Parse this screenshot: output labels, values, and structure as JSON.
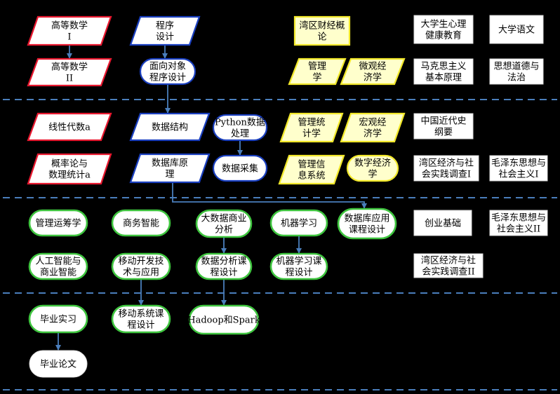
{
  "colors": {
    "background": "#000000",
    "divider": "#4a7ebb",
    "arrow": "#4a7ebb",
    "math_fill": "#ffffff",
    "math_border": "#e8182f",
    "cs_fill": "#ffffff",
    "cs_border": "#1a3fbf",
    "econ_fill": "#ffffcc",
    "econ_border": "#f2e82a",
    "general_fill": "#ffffff",
    "general_border": "#d9d9d9",
    "app_fill": "#ffffff",
    "app_border": "#3ec43e",
    "grad_fill": "#ffffff",
    "grad_border": "#dddddd"
  },
  "nodes": [
    {
      "id": "math1",
      "lines": [
        "高等数学",
        "I"
      ],
      "shape": "para",
      "cls": "math"
    },
    {
      "id": "math2",
      "lines": [
        "高等数学",
        "II"
      ],
      "shape": "para",
      "cls": "math"
    },
    {
      "id": "linalg",
      "lines": [
        "线性代数a"
      ],
      "shape": "para",
      "cls": "math"
    },
    {
      "id": "prob",
      "lines": [
        "概率论与",
        "数理统计a"
      ],
      "shape": "para",
      "cls": "math"
    },
    {
      "id": "prog",
      "lines": [
        "程序",
        "设计"
      ],
      "shape": "para",
      "cls": "cs"
    },
    {
      "id": "oop",
      "lines": [
        "面向对象",
        "程序设计"
      ],
      "shape": "pill",
      "cls": "cs"
    },
    {
      "id": "ds",
      "lines": [
        "数据结构"
      ],
      "shape": "para",
      "cls": "cs"
    },
    {
      "id": "db",
      "lines": [
        "数据库原",
        "理"
      ],
      "shape": "para",
      "cls": "cs"
    },
    {
      "id": "py",
      "lines": [
        "Python数据",
        "处理"
      ],
      "shape": "pill",
      "cls": "cs"
    },
    {
      "id": "collect",
      "lines": [
        "数据采集"
      ],
      "shape": "pill",
      "cls": "cs"
    },
    {
      "id": "bayecon",
      "lines": [
        "湾区财经概",
        "论"
      ],
      "shape": "rect",
      "cls": "econ"
    },
    {
      "id": "mgmt",
      "lines": [
        "管理",
        "学"
      ],
      "shape": "para",
      "cls": "econ"
    },
    {
      "id": "micro",
      "lines": [
        "微观经",
        "济学"
      ],
      "shape": "para",
      "cls": "econ"
    },
    {
      "id": "mstat",
      "lines": [
        "管理统",
        "计学"
      ],
      "shape": "para",
      "cls": "econ"
    },
    {
      "id": "macro",
      "lines": [
        "宏观经",
        "济学"
      ],
      "shape": "para",
      "cls": "econ"
    },
    {
      "id": "mis",
      "lines": [
        "管理信",
        "息系统"
      ],
      "shape": "para",
      "cls": "econ"
    },
    {
      "id": "digecon",
      "lines": [
        "数字经济",
        "学"
      ],
      "shape": "pill",
      "cls": "econ"
    },
    {
      "id": "psych",
      "lines": [
        "大学生心理",
        "健康教育"
      ],
      "shape": "rect",
      "cls": "general"
    },
    {
      "id": "chinese",
      "lines": [
        "大学语文"
      ],
      "shape": "rect",
      "cls": "general"
    },
    {
      "id": "marx",
      "lines": [
        "马克思主义",
        "基本原理"
      ],
      "shape": "rect",
      "cls": "general"
    },
    {
      "id": "ethics",
      "lines": [
        "思想道德与",
        "法治"
      ],
      "shape": "rect",
      "cls": "general"
    },
    {
      "id": "history",
      "lines": [
        "中国近代史",
        "纲要"
      ],
      "shape": "rect",
      "cls": "general"
    },
    {
      "id": "survey1",
      "lines": [
        "湾区经济与社",
        "会实践调查I"
      ],
      "shape": "rect",
      "cls": "general"
    },
    {
      "id": "mao1",
      "lines": [
        "毛泽东思想与",
        "社会主义I"
      ],
      "shape": "rect",
      "cls": "general"
    },
    {
      "id": "startup",
      "lines": [
        "创业基础"
      ],
      "shape": "rect",
      "cls": "general"
    },
    {
      "id": "mao2",
      "lines": [
        "毛泽东思想与",
        "社会主义II"
      ],
      "shape": "rect",
      "cls": "general"
    },
    {
      "id": "survey2",
      "lines": [
        "湾区经济与社",
        "会实践调查II"
      ],
      "shape": "rect",
      "cls": "general"
    },
    {
      "id": "opres",
      "lines": [
        "管理运筹学"
      ],
      "shape": "pill",
      "cls": "app"
    },
    {
      "id": "bi",
      "lines": [
        "商务智能"
      ],
      "shape": "pill",
      "cls": "app"
    },
    {
      "id": "bigdata",
      "lines": [
        "大数据商业",
        "分析"
      ],
      "shape": "pill",
      "cls": "app"
    },
    {
      "id": "ml",
      "lines": [
        "机器学习"
      ],
      "shape": "pill",
      "cls": "app"
    },
    {
      "id": "dbapp",
      "lines": [
        "数据库应用",
        "课程设计"
      ],
      "shape": "pill",
      "cls": "app"
    },
    {
      "id": "ai",
      "lines": [
        "人工智能与",
        "商业智能"
      ],
      "shape": "pill",
      "cls": "app"
    },
    {
      "id": "mobiledev",
      "lines": [
        "移动开发技",
        "术与应用"
      ],
      "shape": "pill",
      "cls": "app"
    },
    {
      "id": "dacourse",
      "lines": [
        "数据分析课",
        "程设计"
      ],
      "shape": "pill",
      "cls": "app"
    },
    {
      "id": "mlcourse",
      "lines": [
        "机器学习课",
        "程设计"
      ],
      "shape": "pill",
      "cls": "app"
    },
    {
      "id": "intern",
      "lines": [
        "毕业实习"
      ],
      "shape": "pill",
      "cls": "app"
    },
    {
      "id": "mobsys",
      "lines": [
        "移动系统课",
        "程设计"
      ],
      "shape": "pill",
      "cls": "app"
    },
    {
      "id": "hadoop",
      "lines": [
        "Hadoop和Spark"
      ],
      "shape": "pill",
      "cls": "app"
    },
    {
      "id": "thesis",
      "lines": [
        "毕业论文"
      ],
      "shape": "pill",
      "cls": "grad"
    }
  ],
  "edges": [
    {
      "from": "math1",
      "to": "math2"
    },
    {
      "from": "prog",
      "to": "oop"
    },
    {
      "from": "oop",
      "to": "ds"
    },
    {
      "from": "py",
      "to": "collect"
    },
    {
      "from": "db",
      "to": "dbapp"
    },
    {
      "from": "bigdata",
      "to": "dacourse"
    },
    {
      "from": "ml",
      "to": "mlcourse"
    },
    {
      "from": "mobiledev",
      "to": "mobsys"
    },
    {
      "from": "dacourse",
      "to": "hadoop"
    },
    {
      "from": "intern",
      "to": "thesis"
    }
  ]
}
